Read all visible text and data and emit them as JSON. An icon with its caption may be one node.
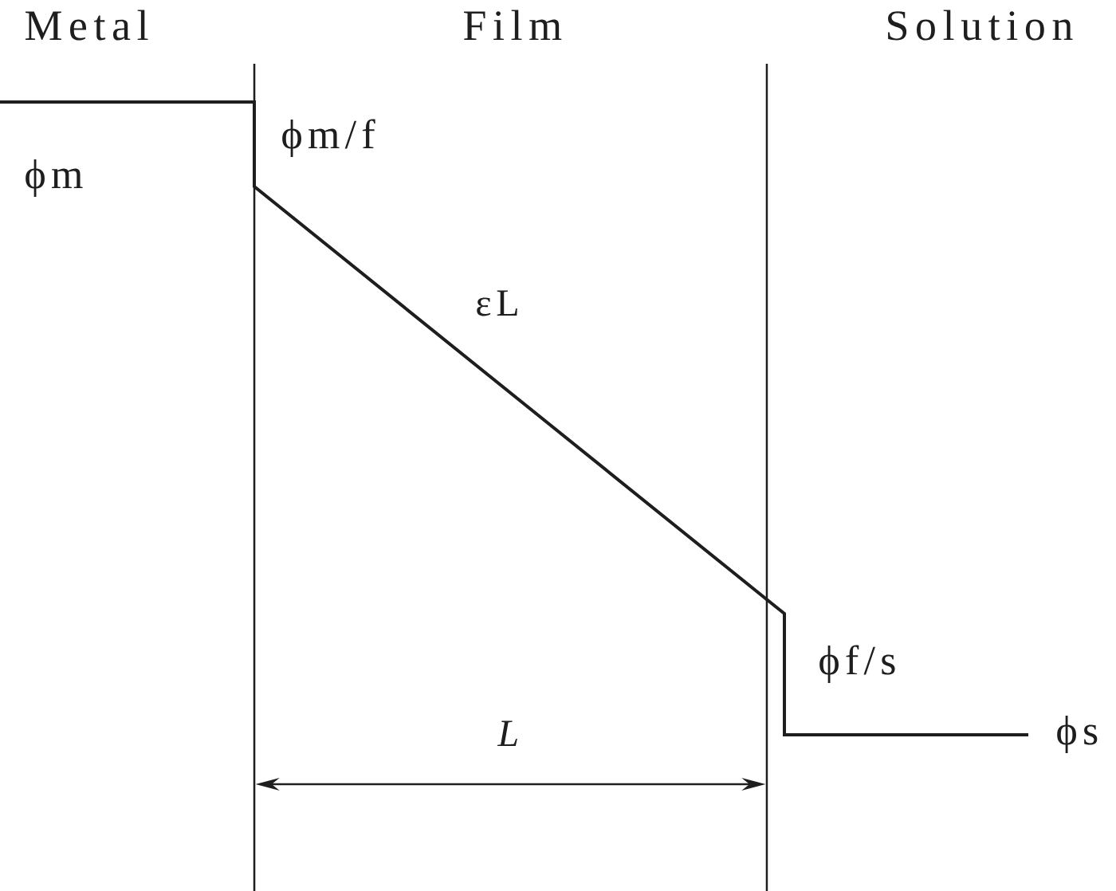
{
  "diagram": {
    "labels": [
      "Metal",
      "Film",
      "Solution",
      "ϕm",
      "ϕm/f",
      "εL",
      "ϕf/s",
      "L",
      "ϕs"
    ]
  }
}
